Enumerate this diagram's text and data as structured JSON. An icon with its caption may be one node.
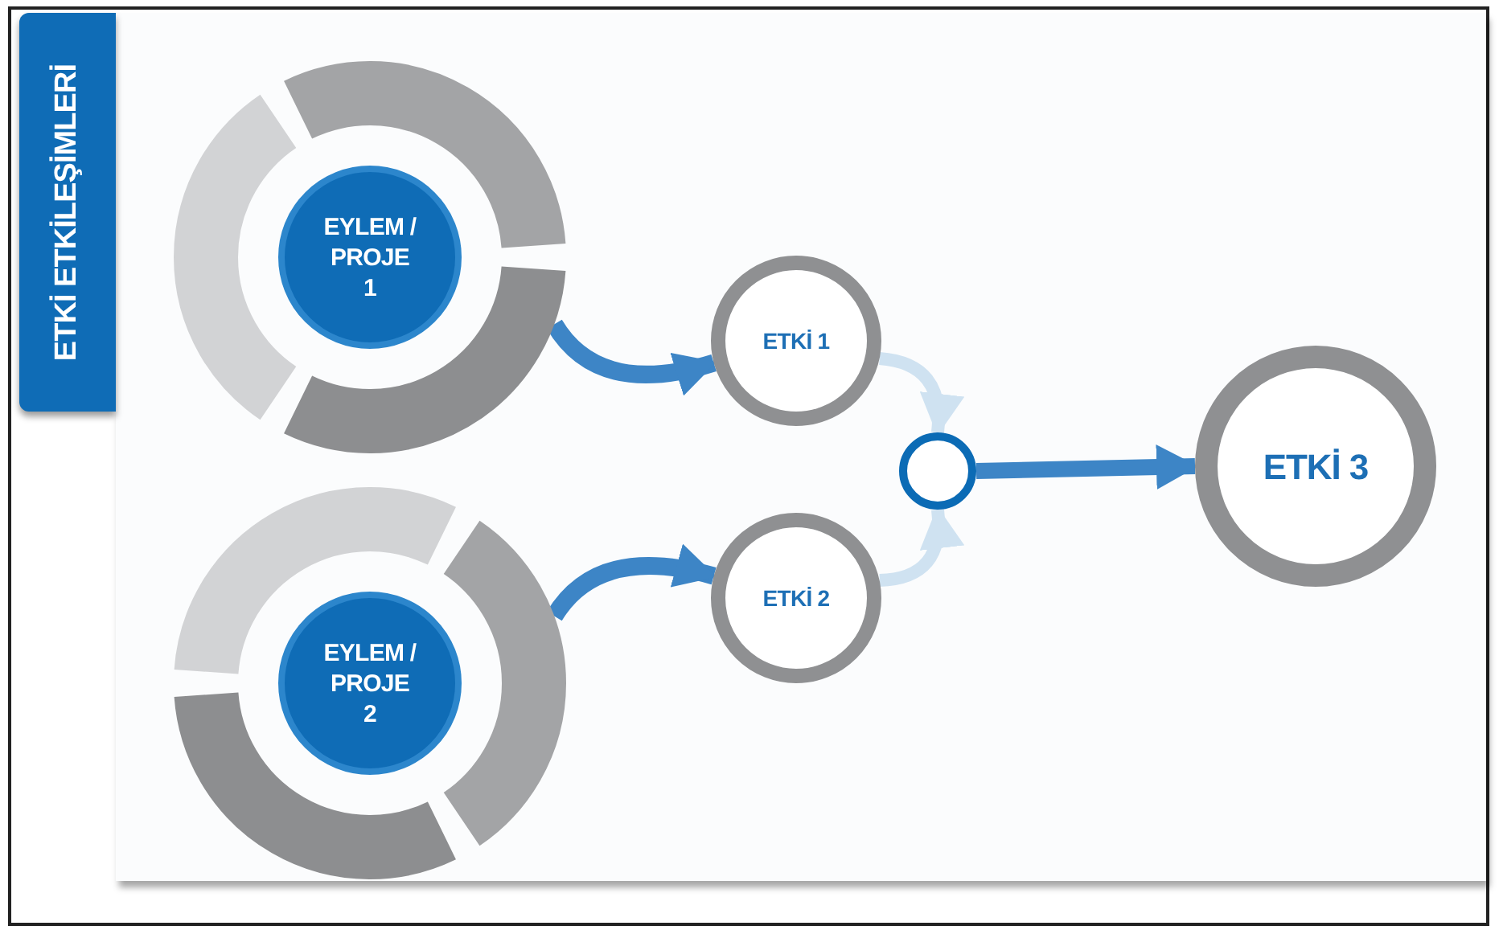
{
  "diagram": {
    "title": "ETKİ ETKİLEŞİMLERİ",
    "nodes": [
      {
        "text": [
          "EYLEM / PROJE 1"
        ]
      },
      {
        "text": [
          "EYLEM / PROJE 2"
        ]
      },
      {
        "text": [
          "ETKİ 1"
        ]
      },
      {
        "text": [
          "ETKİ 2"
        ]
      },
      {
        "text": [],
        "shape": "circle"
      },
      {
        "text": [
          "ETKİ 3"
        ]
      }
    ],
    "edges": [
      {
        "from": 0,
        "to": 2,
        "arrow": "to"
      },
      {
        "from": 1,
        "to": 3,
        "arrow": "to"
      },
      {
        "from": 2,
        "to": 4,
        "arrow": "to",
        "color": "#cfe2f1"
      },
      {
        "from": 3,
        "to": 4,
        "arrow": "to",
        "color": "#cfe2f1"
      },
      {
        "from": 4,
        "to": 5,
        "arrow": "to"
      }
    ]
  }
}
